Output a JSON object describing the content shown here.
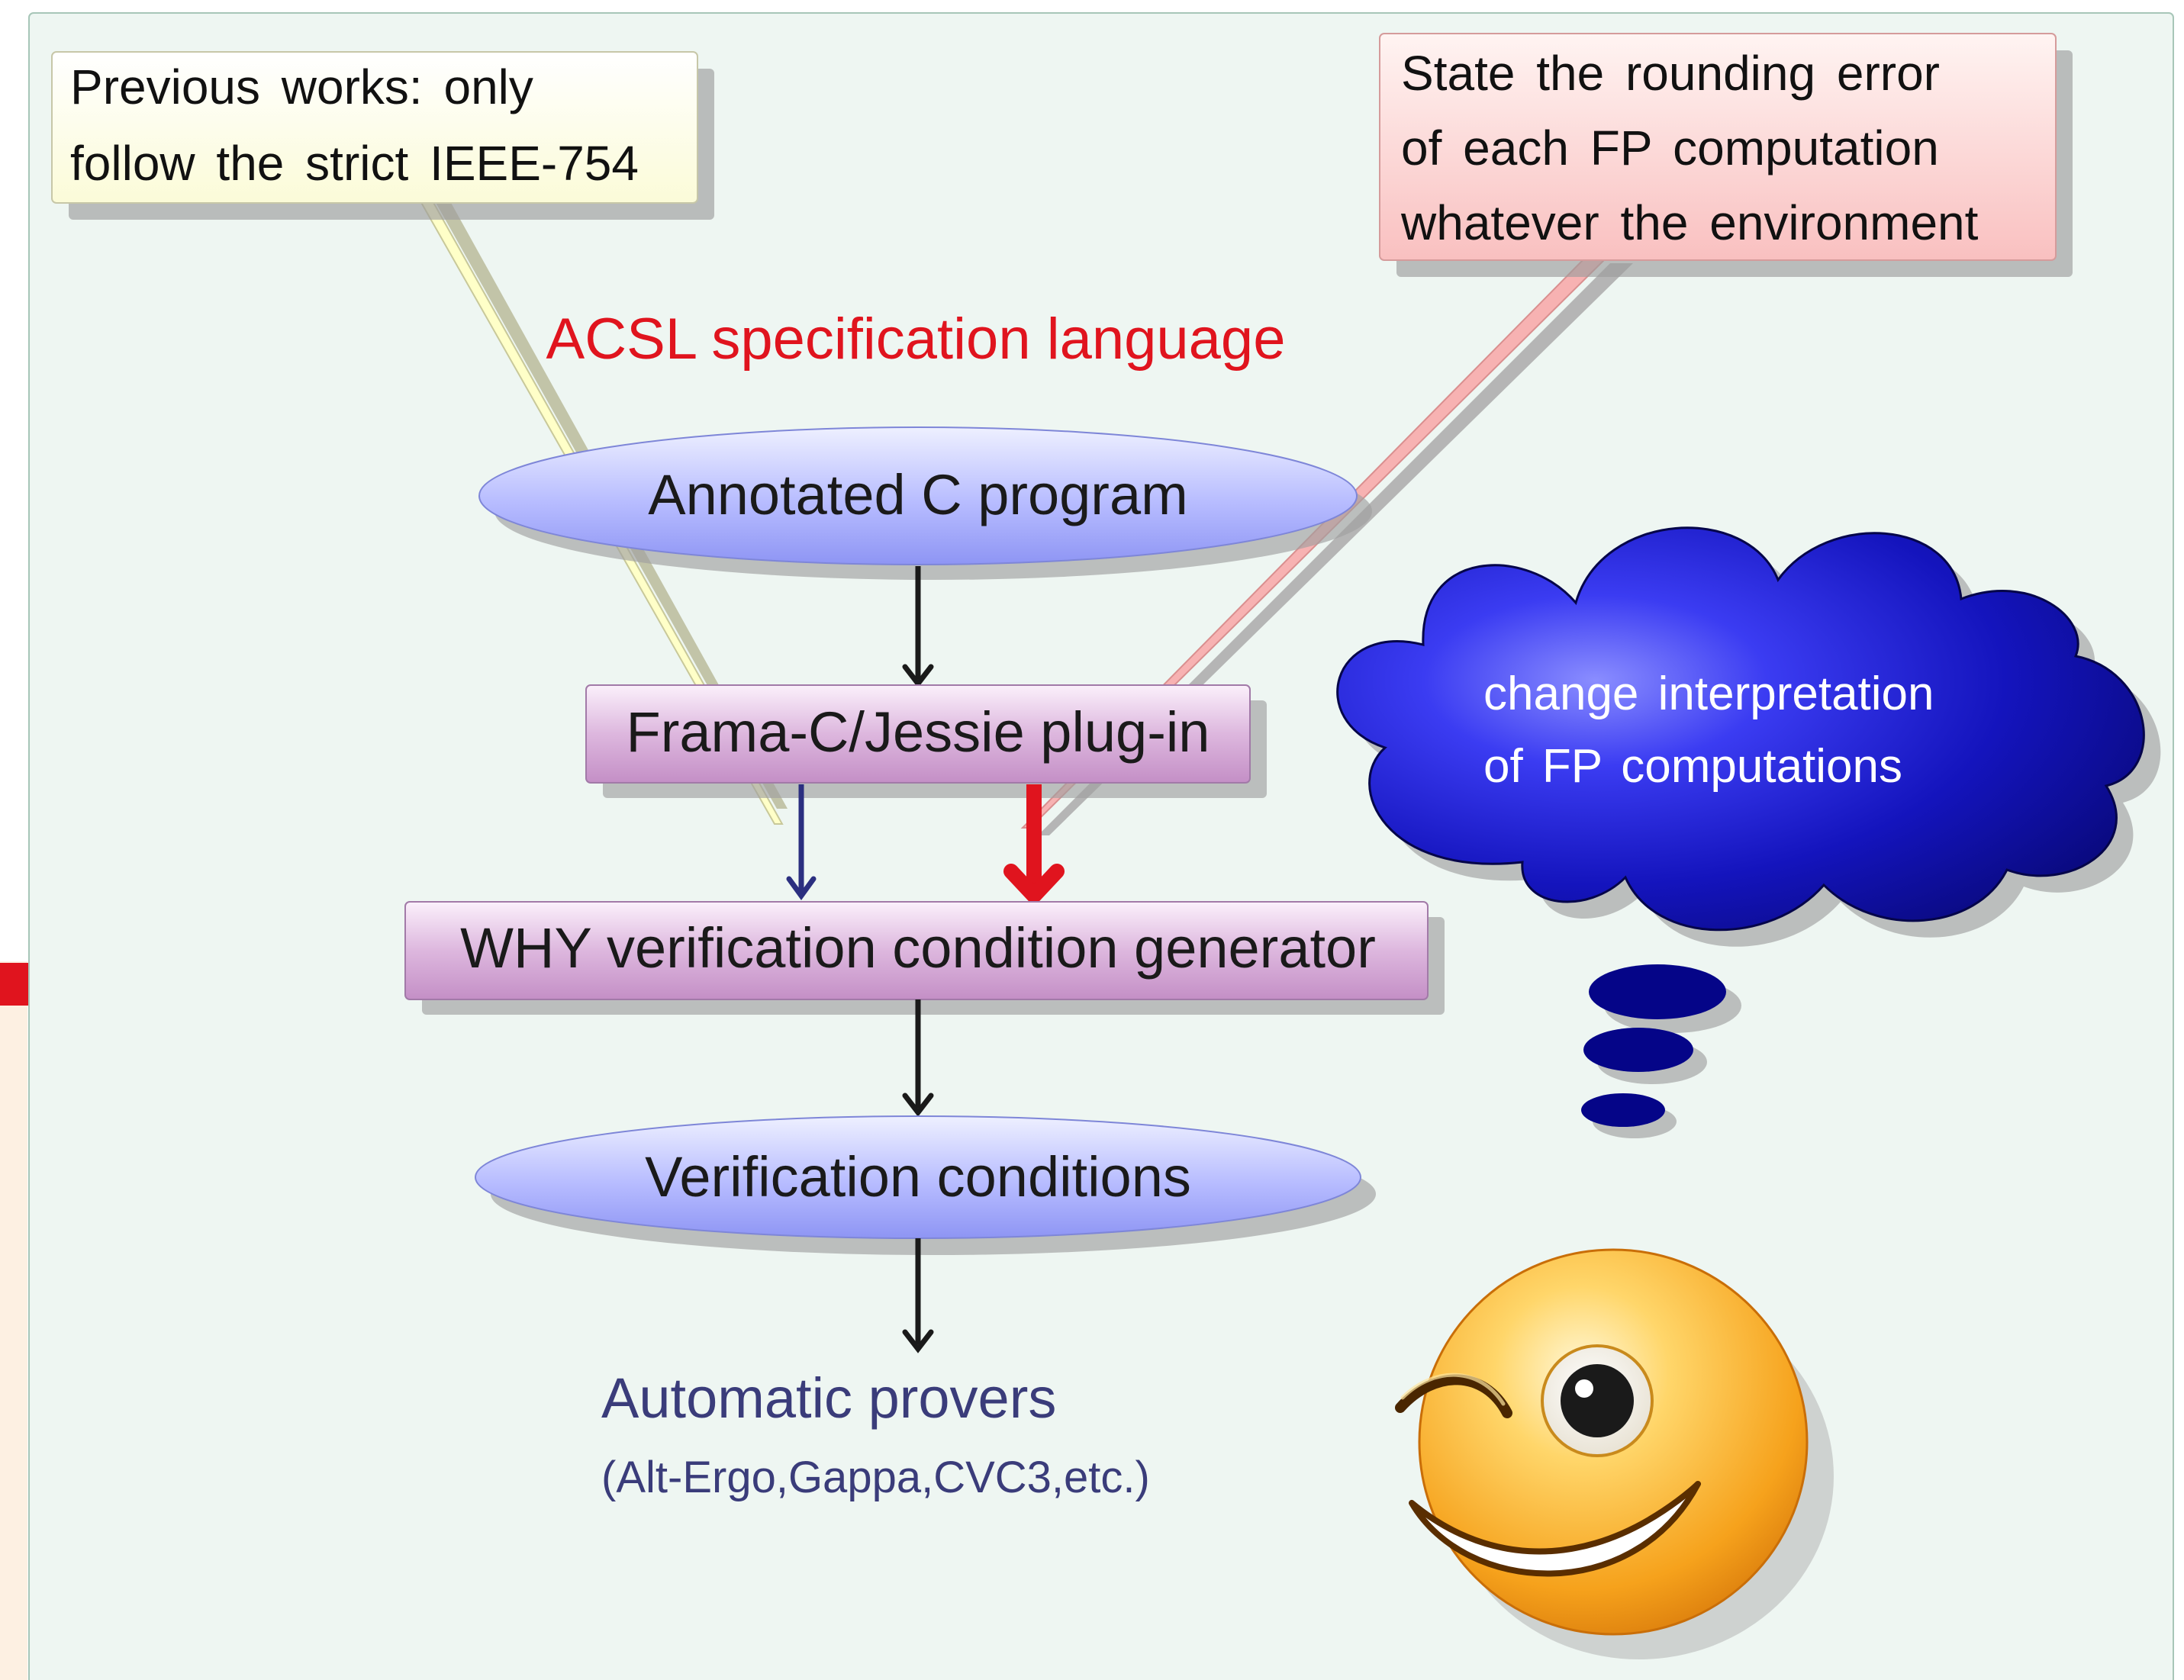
{
  "callouts": {
    "previous": {
      "line1": "Previous works: only",
      "line2": "follow the strict IEEE-754"
    },
    "rounding": {
      "line1": "State the rounding error",
      "line2": "of each FP computation",
      "line3": "whatever the environment"
    }
  },
  "acsl_label": "ACSL specification language",
  "nodes": {
    "annotated": "Annotated C program",
    "framac": "Frama-C/Jessie plug-in",
    "why": "WHY verification condition generator",
    "vc": "Verification conditions",
    "provers": "Automatic provers",
    "provers_list": "(Alt-Ergo,Gappa,CVC3,etc.)"
  },
  "thought": {
    "line1": "change interpretation",
    "line2": "of FP computations"
  },
  "icons": [
    "wink-smiley-icon",
    "thought-cloud-icon"
  ],
  "colors": {
    "panel_bg": "#eef6f2",
    "accent_red": "#e0141e",
    "blue_arrow": "#2b2f80",
    "prover_text": "#3a3c7a",
    "ellipse_fill": "#a9b0ff",
    "rect_fill": "#d3a6d4",
    "cloud": "#1e1ec8"
  }
}
